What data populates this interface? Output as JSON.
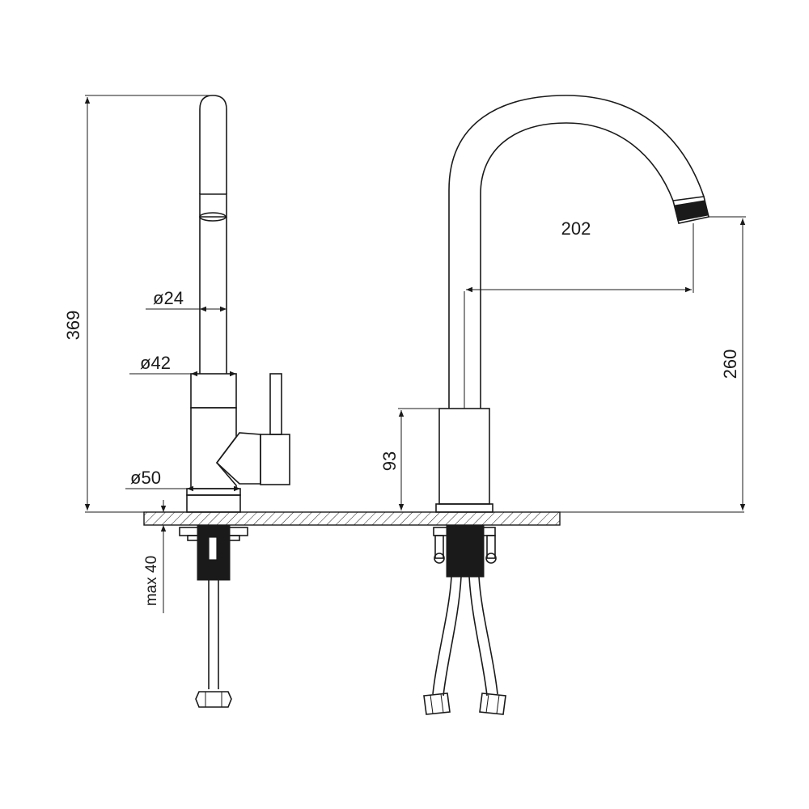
{
  "dimensions": {
    "total_height": "369",
    "spout_diameter": "ø24",
    "body_diameter": "ø42",
    "base_diameter": "ø50",
    "max_countertop": "max 40",
    "body_height": "93",
    "spout_reach": "202",
    "spout_height": "260"
  },
  "colors": {
    "line": "#1a1a1a",
    "background": "#ffffff"
  }
}
